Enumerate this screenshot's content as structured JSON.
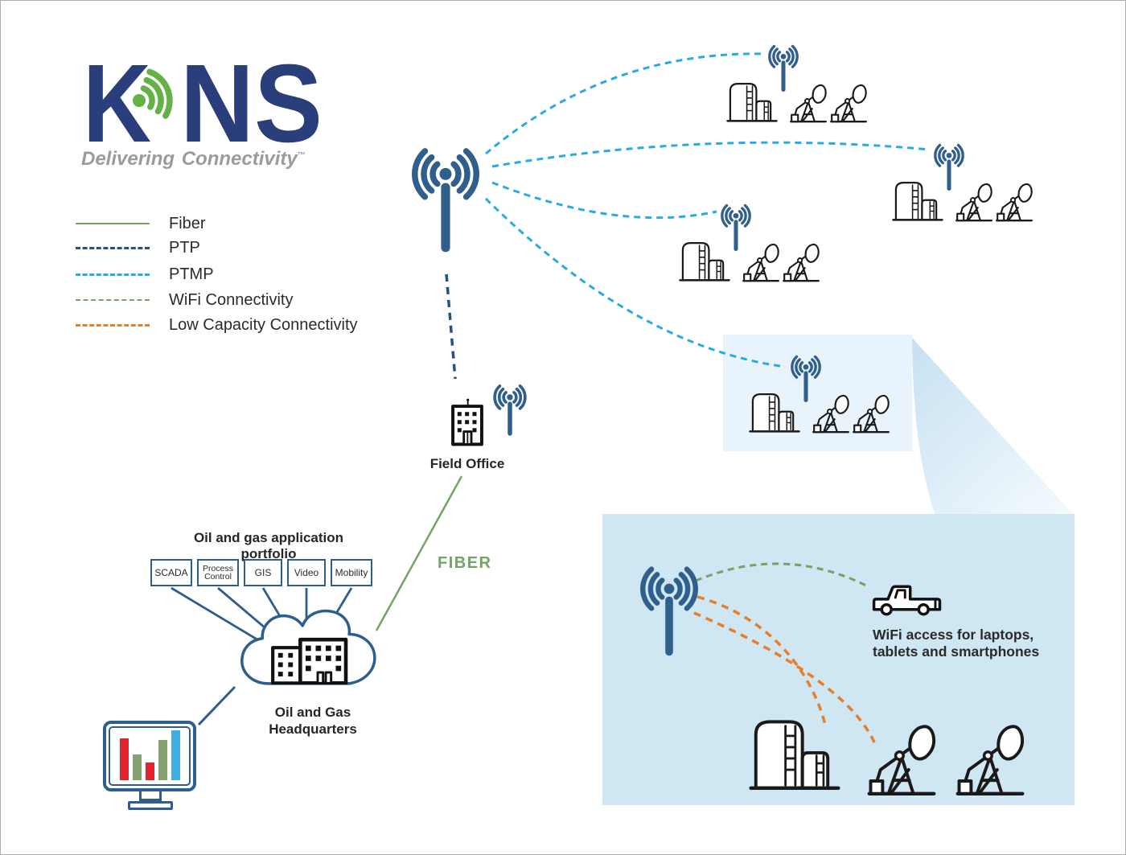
{
  "logo": {
    "k": "K",
    "ns": "NS",
    "tagline": "Delivering Connectivity",
    "tm": "™"
  },
  "legend": {
    "items": [
      {
        "label": "Fiber",
        "style": "solid",
        "color": "#74a364"
      },
      {
        "label": "PTP",
        "style": "dashed",
        "color": "#24537e"
      },
      {
        "label": "PTMP",
        "style": "dashed",
        "color": "#29abe2"
      },
      {
        "label": "WiFi Connectivity",
        "style": "dashed",
        "color": "#74a364"
      },
      {
        "label": "Low Capacity Connectivity",
        "style": "dashed",
        "color": "#e87d2a"
      }
    ]
  },
  "labels": {
    "field_office": "Field Office",
    "fiber_link": "FIBER",
    "portfolio_title": "Oil and gas application portfolio",
    "hq_line1": "Oil and Gas",
    "hq_line2": "Headquarters",
    "wifi_caption_line1": "WiFi access for laptops,",
    "wifi_caption_line2": "tablets and smartphones"
  },
  "apps": [
    "SCADA",
    "Process Control",
    "GIS",
    "Video",
    "Mobility"
  ],
  "monitor_chart": {
    "type": "bar",
    "values": [
      52,
      32,
      22,
      50,
      62
    ],
    "colors": [
      "#e0252e",
      "#84a370",
      "#e0252e",
      "#84a370",
      "#41aee1"
    ]
  },
  "colors": {
    "brand_navy": "#293e7b",
    "brand_green": "#64b145",
    "tagline_gray": "#9b9b9b",
    "tower_blue": "#315f8c",
    "ptp": "#24537e",
    "ptmp": "#29abe2",
    "fiber": "#74a364",
    "wifi": "#74a364",
    "low_capacity": "#e87d2a",
    "icon_black": "#1a1a1a",
    "detail_panel_bg": "#cfe6f3",
    "highlight_bg": "#e9f3fb"
  }
}
